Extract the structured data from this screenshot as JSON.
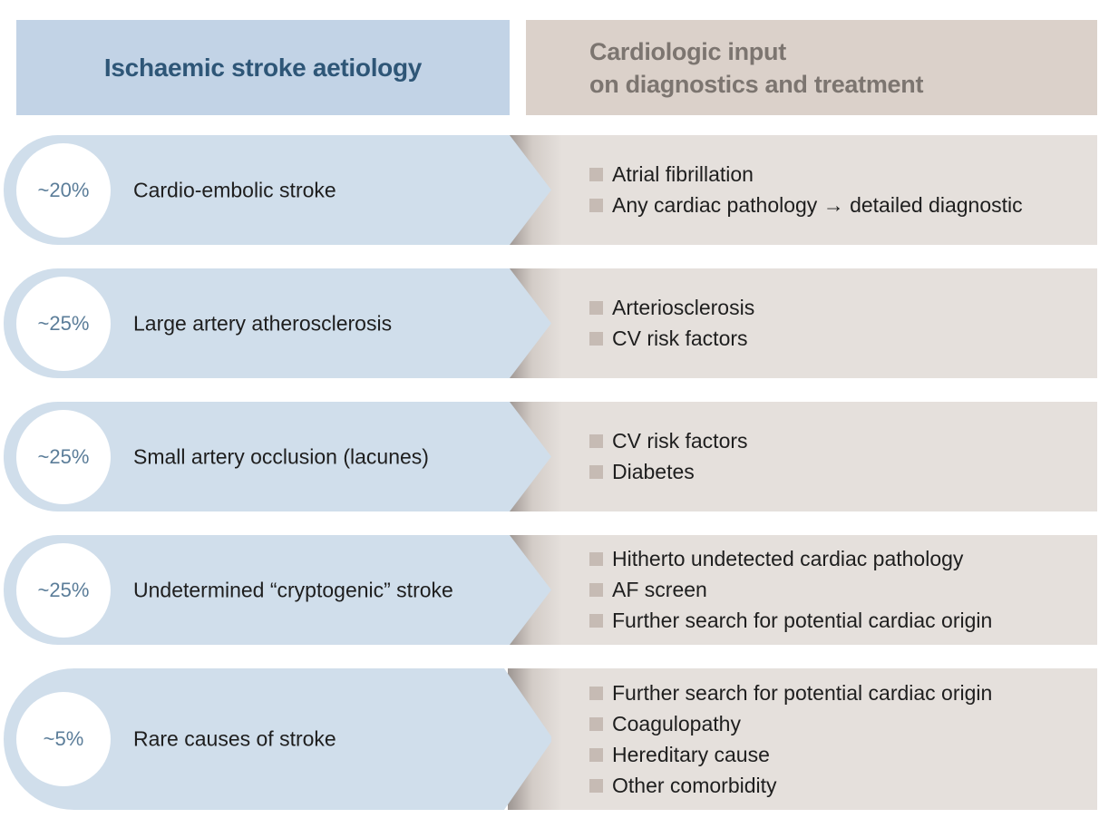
{
  "header": {
    "left_title": "Ischaemic stroke aetiology",
    "right_title_line1": "Cardiologic input",
    "right_title_line2": "on diagnostics and treatment"
  },
  "rows": [
    {
      "percent": "~20%",
      "label": "Cardio-embolic stroke",
      "items": [
        "Atrial fibrillation",
        "Any cardiac pathology → detailed diagnostic"
      ]
    },
    {
      "percent": "~25%",
      "label": "Large artery atherosclerosis",
      "items": [
        "Arteriosclerosis",
        "CV risk factors"
      ]
    },
    {
      "percent": "~25%",
      "label": "Small artery occlusion (lacunes)",
      "items": [
        "CV risk factors",
        "Diabetes"
      ]
    },
    {
      "percent": "~25%",
      "label": "Undetermined “cryptogenic” stroke",
      "items": [
        "Hitherto undetected cardiac pathology",
        "AF screen",
        "Further search for potential cardiac origin"
      ]
    },
    {
      "percent": "~5%",
      "label": "Rare causes of stroke",
      "items": [
        "Further search for potential cardiac origin",
        "Coagulopathy",
        "Hereditary cause",
        "Other comorbidity"
      ]
    }
  ],
  "colors": {
    "left_header_bg": "#c2d3e6",
    "right_header_bg": "#dbd1ca",
    "left_row_bg": "#d0deeb",
    "right_row_bg": "#e5e0dc",
    "bullet": "#c6bbb4",
    "percent_text": "#5b7d99"
  }
}
